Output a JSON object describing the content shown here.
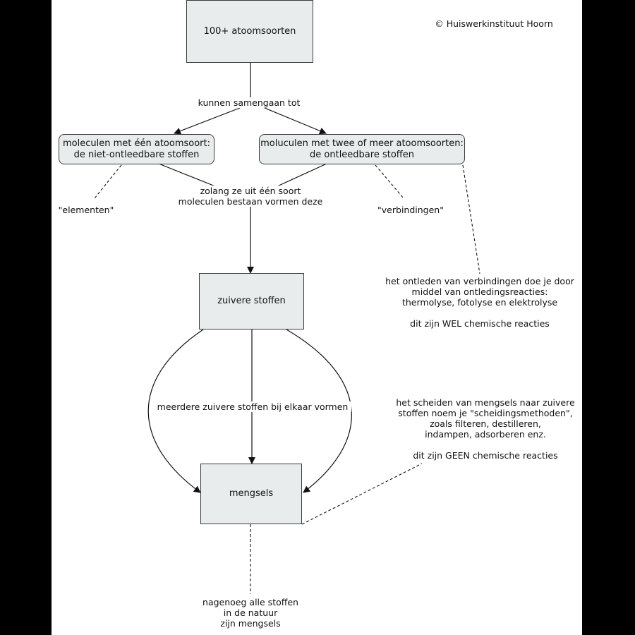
{
  "copyright": "© Huiswerkinstituut Hoorn",
  "nodes": {
    "atoms": "100+ atoomsoorten",
    "mol_one_1": "moleculen met één atoomsoort:",
    "mol_one_2": "de niet-ontleedbare stoffen",
    "mol_multi_1": "moluculen met twee of meer atoomsoorten:",
    "mol_multi_2": "de ontleedbare stoffen",
    "pure": "zuivere stoffen",
    "mixtures": "mengsels"
  },
  "labels": {
    "combine": "kunnen samengaan tot",
    "single_1": "zolang ze uit één soort",
    "single_2": "moleculen bestaan vormen deze",
    "several": "meerdere zuivere stoffen bij elkaar vormen"
  },
  "notes": {
    "elements": "\"elementen\"",
    "compounds": "\"verbindingen\"",
    "decompose_1": "het ontleden van verbindingen doe je door",
    "decompose_2": "middel van ontledingsreacties:",
    "decompose_3": "thermolyse, fotolyse en elektrolyse",
    "decompose_4": "dit zijn WEL chemische reacties",
    "separate_1": "het scheiden van mengsels naar zuivere",
    "separate_2": "stoffen noem je \"scheidingsmethoden\",",
    "separate_3": "zoals filteren, destilleren,",
    "separate_4": "indampen, adsorberen enz.",
    "separate_5": "dit zijn GEEN chemische reacties",
    "nature_1": "nagenoeg alle stoffen",
    "nature_2": "in de natuur",
    "nature_3": "zijn mengsels"
  }
}
